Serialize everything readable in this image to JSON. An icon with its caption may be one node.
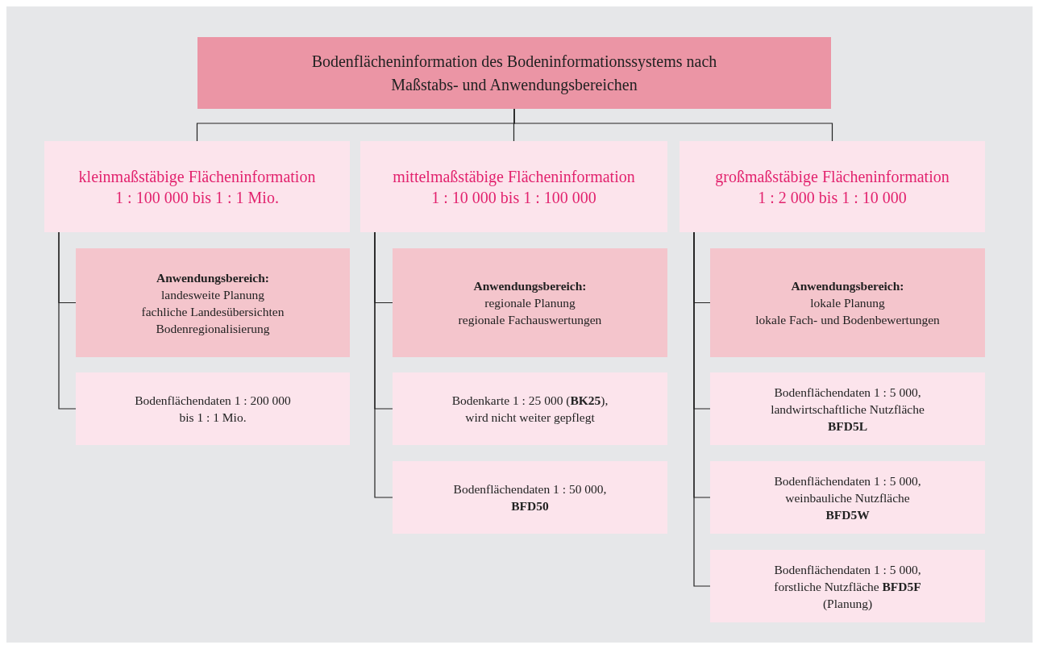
{
  "diagram": {
    "nodes": [
      {
        "text": [
          "Bodenflächeninformation des Bodeninformationssystems nach Maßstabs- und Anwendungsbereichen"
        ]
      },
      {
        "text": [
          "kleinmaßstäbige Flächeninformation",
          "1 : 100 000 bis 1 : 1 Mio."
        ]
      },
      {
        "text": [
          "mittelmaßstäbige Flächeninformation",
          "1 : 10 000 bis 1 : 100 000"
        ]
      },
      {
        "text": [
          "großmaßstäbige Flächeninformation",
          "1 : 2 000 bis 1 : 10 000"
        ]
      },
      {
        "text": [
          "Anwendungsbereich:",
          "landesweite Planung",
          "fachliche Landesübersichten",
          "Bodenregionalisierung"
        ]
      },
      {
        "text": [
          "Bodenflächendaten 1 : 200 000 bis 1 : 1 Mio."
        ]
      },
      {
        "text": [
          "Anwendungsbereich:",
          "regionale Planung",
          "regionale Fachauswertungen"
        ]
      },
      {
        "text": [
          "Bodenkarte 1 : 25 000 (**BK25**), wird nicht weiter gepflegt"
        ]
      },
      {
        "text": [
          "Bodenflächendaten 1 : 50 000, **BFD50**"
        ]
      },
      {
        "text": [
          "Anwendungsbereich:",
          "lokale Planung",
          "lokale Fach- und Bodenbewertungen"
        ]
      },
      {
        "text": [
          "Bodenflächendaten 1 : 5 000, landwirtschaftliche Nutzfläche **BFD5L**"
        ]
      },
      {
        "text": [
          "Bodenflächendaten 1 : 5 000, weinbauliche Nutzfläche **BFD5W**"
        ]
      },
      {
        "text": [
          "Bodenflächendaten 1 : 5 000, forstliche Nutzfläche **BFD5F** (Planung)"
        ]
      }
    ],
    "edges": [
      {
        "from": 0,
        "to": 1,
        "arrow": "none"
      },
      {
        "from": 0,
        "to": 2,
        "arrow": "none"
      },
      {
        "from": 0,
        "to": 3,
        "arrow": "none"
      },
      {
        "from": 1,
        "to": 4,
        "arrow": "none"
      },
      {
        "from": 1,
        "to": 5,
        "arrow": "none"
      },
      {
        "from": 2,
        "to": 6,
        "arrow": "none"
      },
      {
        "from": 2,
        "to": 7,
        "arrow": "none"
      },
      {
        "from": 2,
        "to": 8,
        "arrow": "none"
      },
      {
        "from": 3,
        "to": 9,
        "arrow": "none"
      },
      {
        "from": 3,
        "to": 10,
        "arrow": "none"
      },
      {
        "from": 3,
        "to": 11,
        "arrow": "none"
      },
      {
        "from": 3,
        "to": 12,
        "arrow": "none"
      }
    ]
  }
}
